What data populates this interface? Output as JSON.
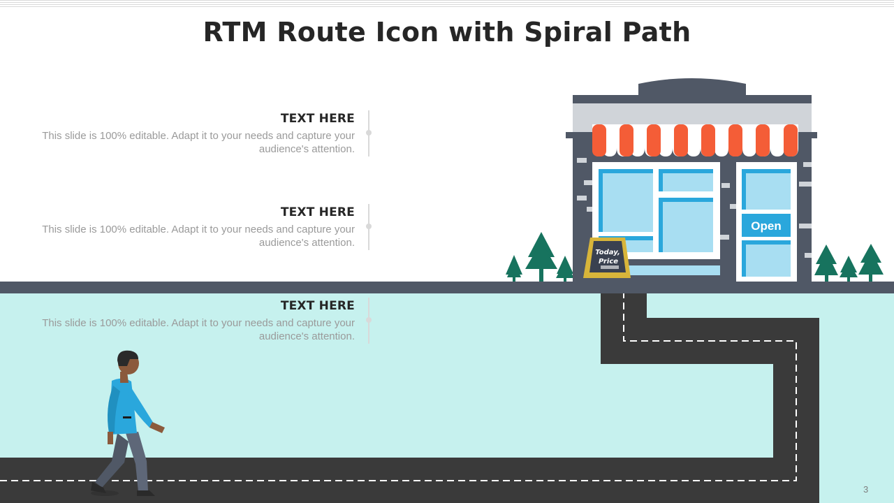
{
  "slide": {
    "title": "RTM Route Icon with Spiral Path",
    "page_number": "3",
    "text_blocks": [
      {
        "heading": "TEXT HERE",
        "body": "This slide is 100% editable. Adapt it to your needs and capture your audience's attention."
      },
      {
        "heading": "TEXT HERE",
        "body": "This slide is 100% editable. Adapt it to your needs and capture your audience's attention."
      },
      {
        "heading": "TEXT HERE",
        "body": "This slide is 100% editable. Adapt it to your needs and capture your audience's attention."
      }
    ]
  },
  "store": {
    "open_sign": "Open",
    "board_line1": "Today,",
    "board_line2": "Price"
  },
  "colors": {
    "ground": "#c6f1ee",
    "road": "#3a3a3a",
    "store_wall": "#505866",
    "awning_red": "#f45d37",
    "window_blue": "#2aa7dc",
    "glass": "#a8def2",
    "tree": "#17735e",
    "board_yellow": "#d8b53a"
  }
}
